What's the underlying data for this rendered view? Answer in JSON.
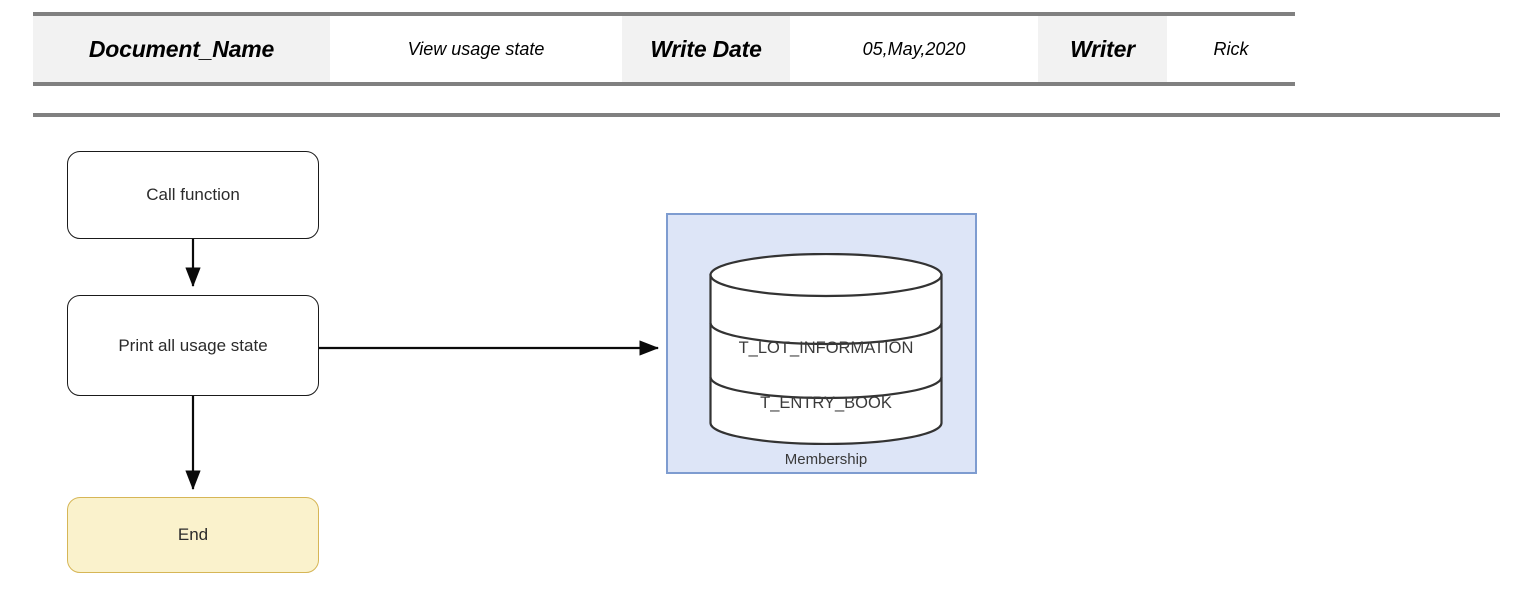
{
  "header": {
    "fields": [
      {
        "label": "Document_Name",
        "value": "View usage state"
      },
      {
        "label": "Write Date",
        "value": "05,May,2020"
      },
      {
        "label": "Writer",
        "value": "Rick"
      }
    ]
  },
  "flowchart": {
    "nodes": [
      {
        "id": "call",
        "label": "Call function",
        "shape": "rounded-rectangle",
        "fill": "#ffffff",
        "stroke": "#1a1a1a"
      },
      {
        "id": "print",
        "label": "Print all usage state",
        "shape": "rounded-rectangle",
        "fill": "#ffffff",
        "stroke": "#1a1a1a"
      },
      {
        "id": "end",
        "label": "End",
        "shape": "rounded-rectangle",
        "fill": "#faf2cc",
        "stroke": "#d6b656"
      }
    ],
    "edges": [
      {
        "from": "call",
        "to": "print",
        "direction": "down",
        "arrow": "filled"
      },
      {
        "from": "print",
        "to": "end",
        "direction": "down",
        "arrow": "filled"
      },
      {
        "from": "print",
        "to": "database",
        "direction": "right",
        "arrow": "filled"
      }
    ],
    "database": {
      "container_fill": "#dde5f7",
      "container_stroke": "#7e9cd0",
      "shape": "cylinder",
      "sections": [
        "T_LOT_INFORMATION",
        "T_ENTRY_BOOK",
        "Membership"
      ]
    }
  }
}
